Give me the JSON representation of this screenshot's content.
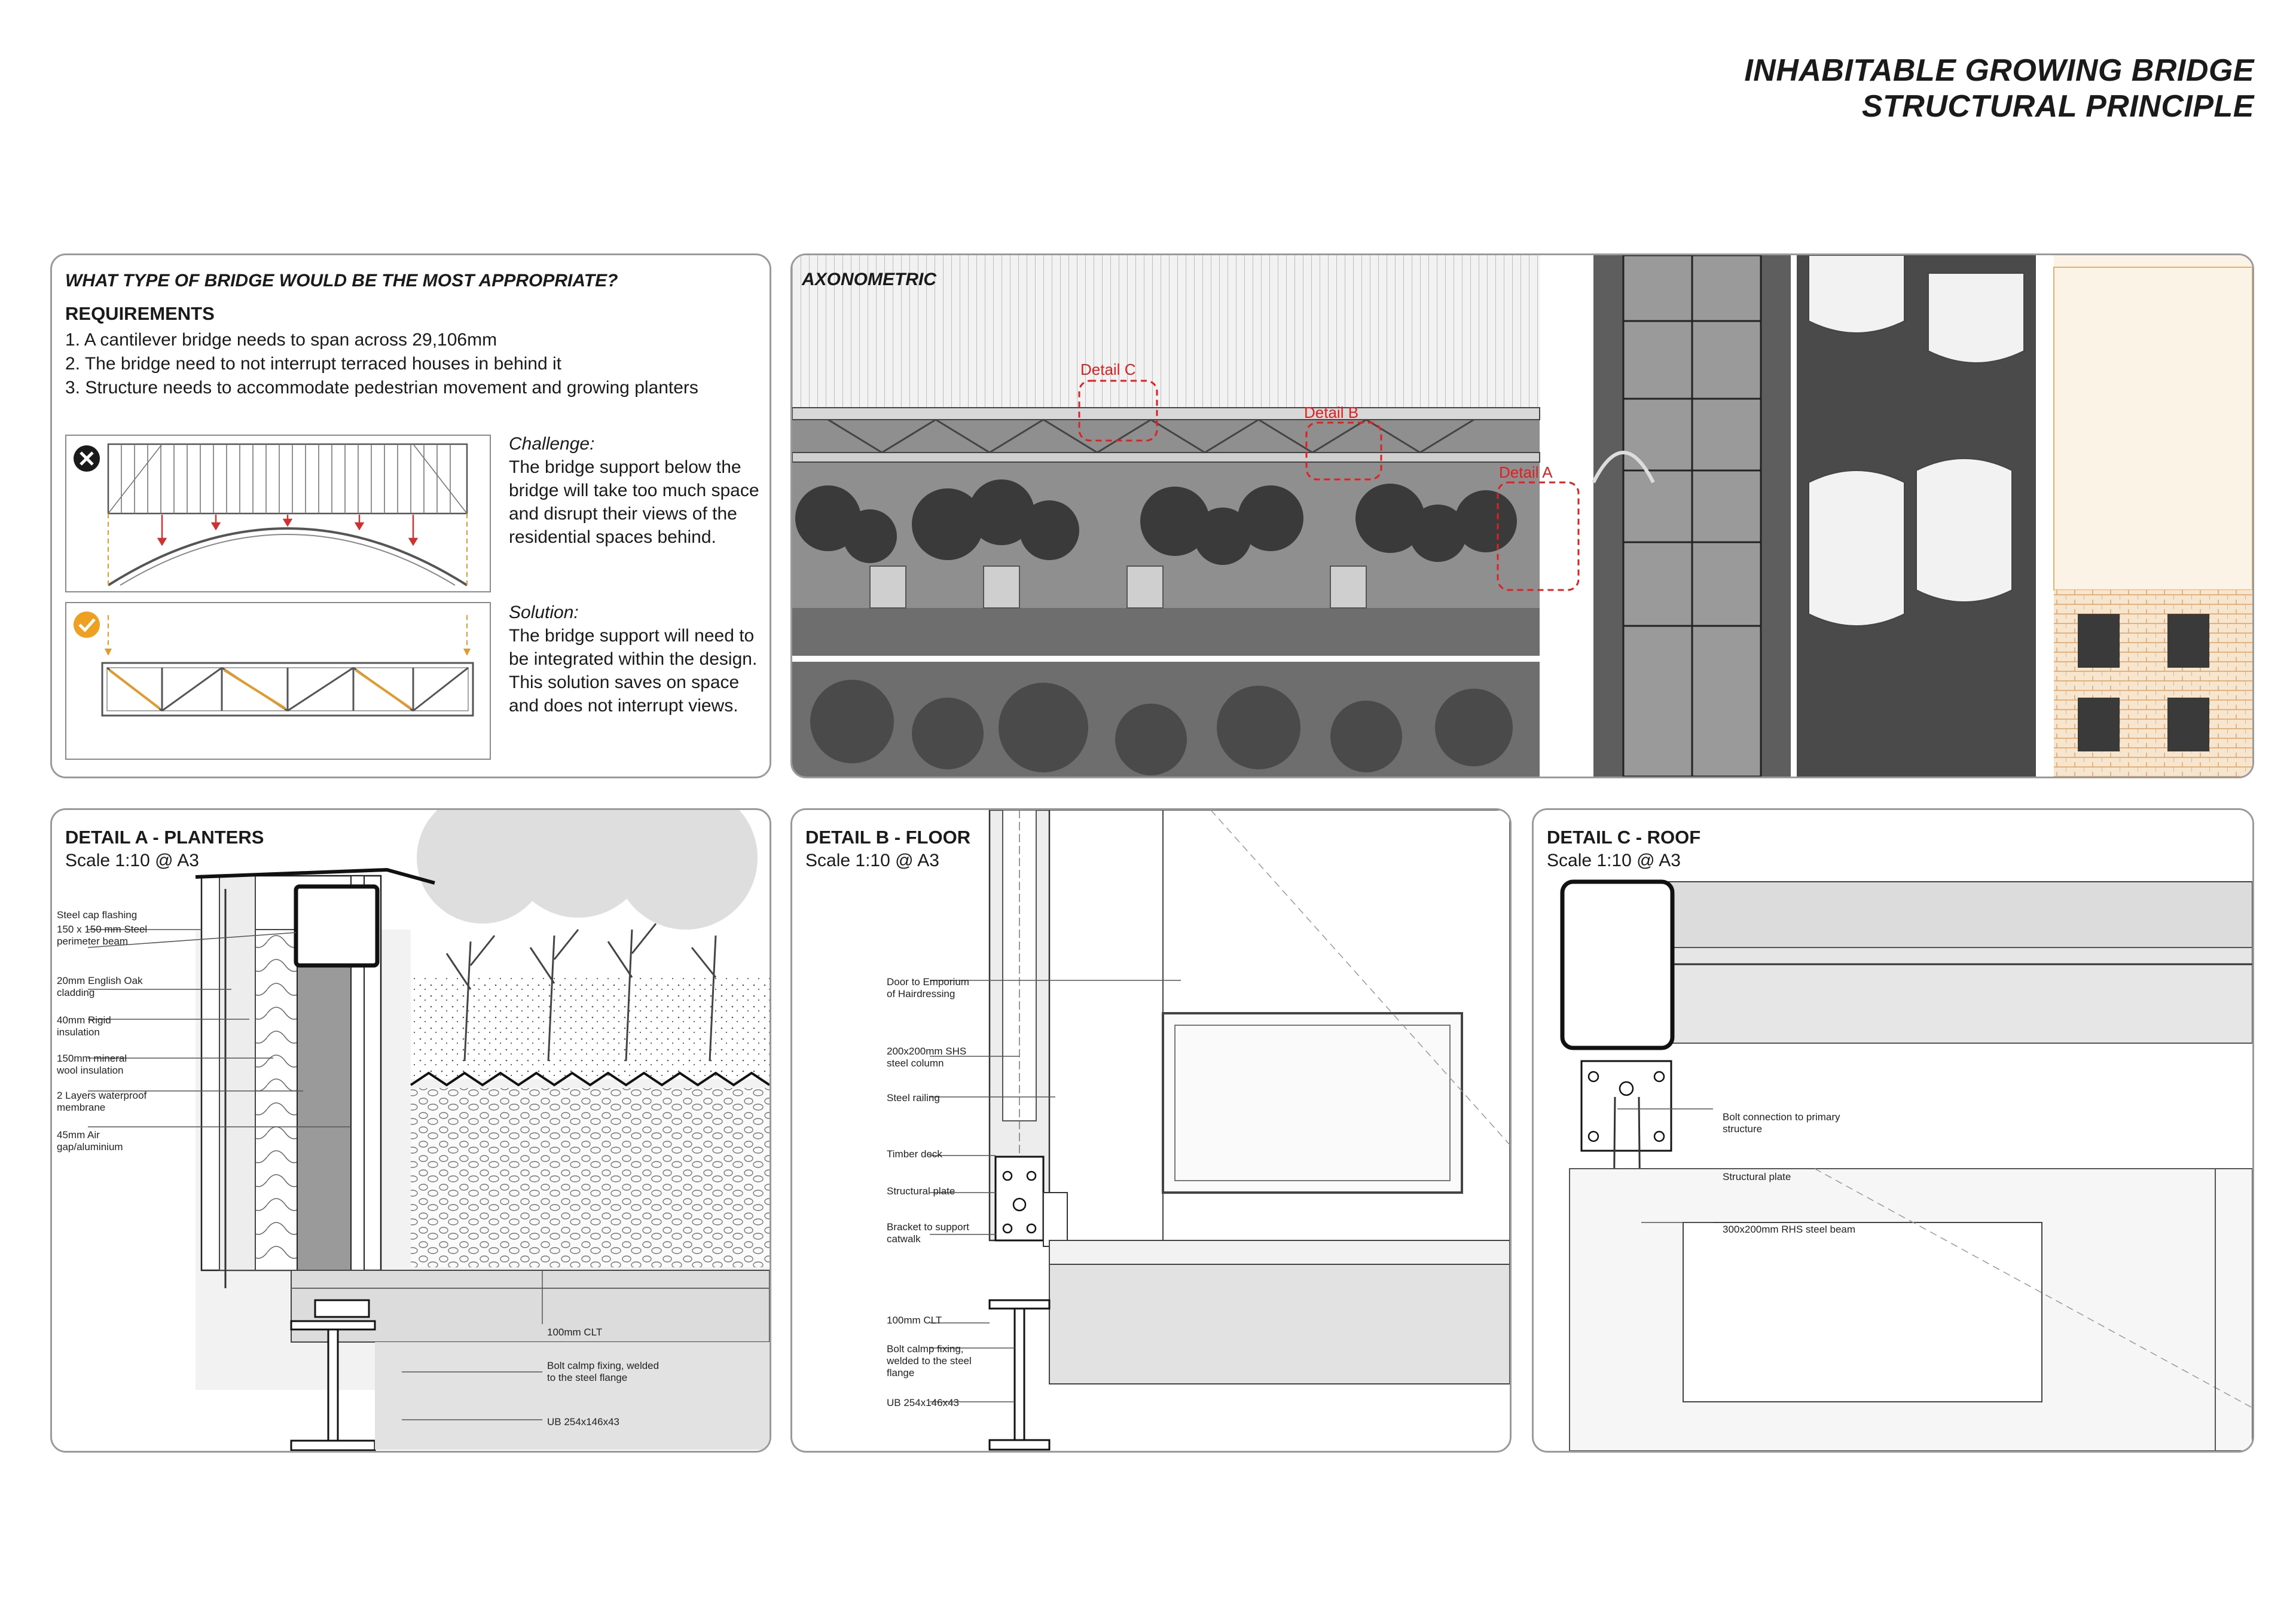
{
  "title": {
    "line1": "INHABITABLE GROWING BRIDGE",
    "line2": "STRUCTURAL PRINCIPLE"
  },
  "bridge_type": {
    "question": "WHAT TYPE OF BRIDGE WOULD BE THE MOST APPROPRIATE?",
    "requirements_heading": "REQUIREMENTS",
    "requirements": [
      "1. A cantilever bridge needs to span across 29,106mm",
      "2. The bridge need to not interrupt terraced houses in behind it",
      "3. Structure needs to accommodate pedestrian movement and growing planters"
    ],
    "challenge_label": "Challenge:",
    "challenge_text": "The bridge support below the bridge will take too much space and disrupt their views of the residential spaces behind.",
    "solution_label": "Solution:",
    "solution_text": "The bridge support will need to be integrated within the design. This solution saves on space and does not interrupt views.",
    "reject_icon": "cross-circle-icon",
    "accept_icon": "check-circle-icon",
    "accent_color": "#f0a020"
  },
  "axonometric": {
    "title": "AXONOMETRIC",
    "callouts": [
      "Detail C",
      "Detail B",
      "Detail A"
    ],
    "callout_color": "#e02020"
  },
  "detail_a": {
    "title": "DETAIL A - PLANTERS",
    "scale": "Scale 1:10 @ A3",
    "labels": [
      "Steel cap flashing",
      "150 x 150 mm Steel perimeter beam",
      "20mm English Oak cladding",
      "40mm Rigid insulation",
      "150mm mineral wool insulation",
      "2 Layers waterproof membrane",
      "45mm Air gap/aluminium",
      "100mm CLT",
      "Bolt calmp fixing, welded to the steel flange",
      "UB 254x146x43"
    ]
  },
  "detail_b": {
    "title": "DETAIL B - FLOOR",
    "scale": "Scale 1:10 @ A3",
    "labels": [
      "Door to Emporium of Hairdressing",
      "200x200mm SHS steel column",
      "Steel railing",
      "Timber deck",
      "Structural plate",
      "Bracket to support catwalk",
      "100mm CLT",
      "Bolt calmp fixing, welded to the steel flange",
      "UB 254x146x43"
    ]
  },
  "detail_c": {
    "title": "DETAIL C - ROOF",
    "scale": "Scale 1:10 @ A3",
    "labels": [
      "Bolt connection to primary structure",
      "Structural plate",
      "300x200mm RHS steel beam"
    ]
  }
}
